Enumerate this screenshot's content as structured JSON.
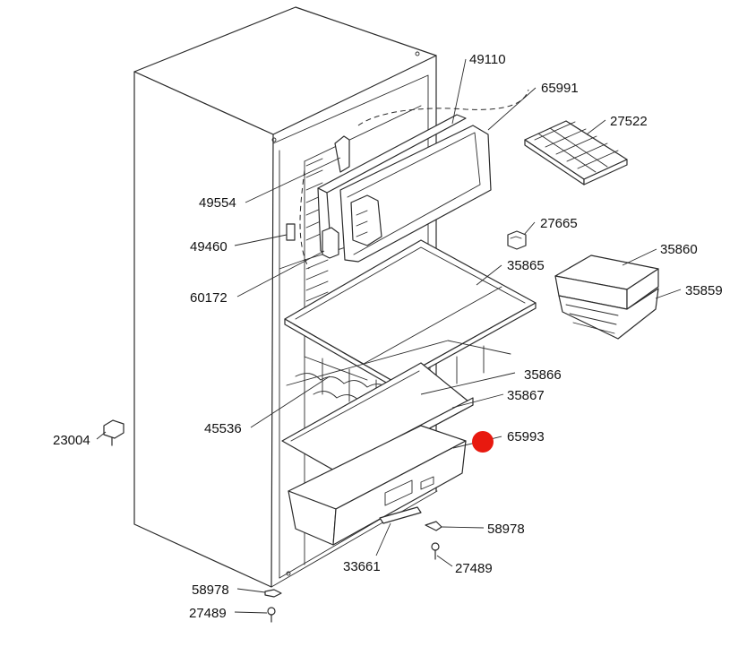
{
  "diagram": {
    "labels": {
      "p49110": "49110",
      "p65991": "65991",
      "p27522": "27522",
      "p49554": "49554",
      "p27665": "27665",
      "p49460": "49460",
      "p35860": "35860",
      "p35865": "35865",
      "p35859": "35859",
      "p60172": "60172",
      "p35866": "35866",
      "p35867": "35867",
      "p45536": "45536",
      "p65993": "65993",
      "p23004": "23004",
      "p58978a": "58978",
      "p27489a": "27489",
      "p33661": "33661",
      "p58978b": "58978",
      "p27489b": "27489"
    },
    "highlight_color": "#e8190f"
  }
}
